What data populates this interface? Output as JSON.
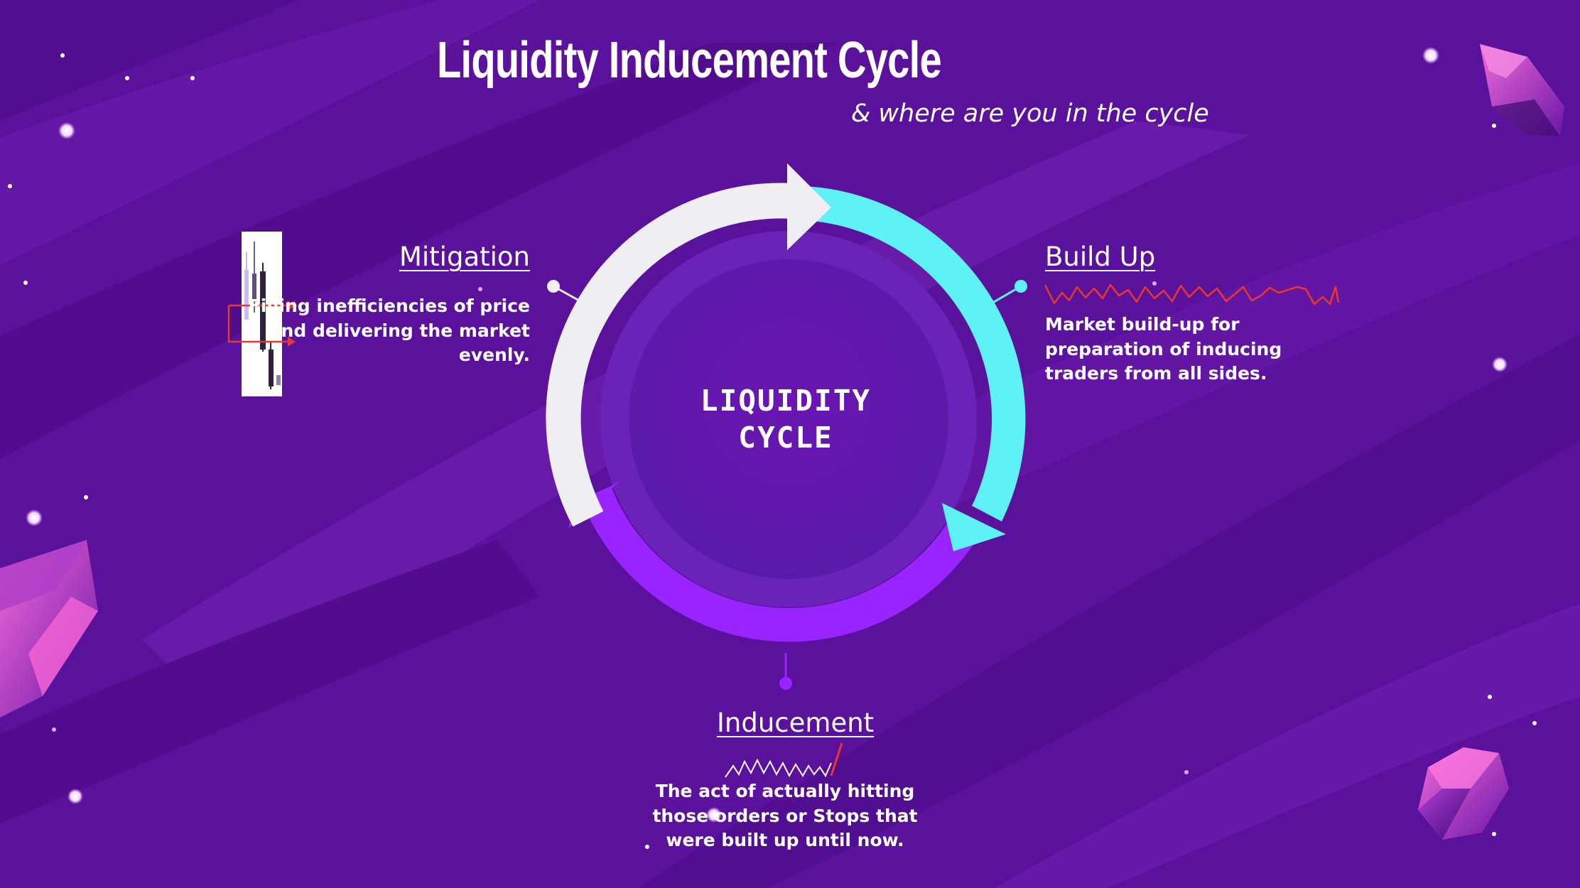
{
  "title": "Liquidity Inducement Cycle",
  "subtitle": "& where are you in the cycle",
  "center_label": {
    "line1": "LIQUIDITY",
    "line2": "CYCLE"
  },
  "stages": {
    "mitigation": {
      "title": "Mitigation",
      "description": "Filling inefficiencies of price and delivering the market evenly."
    },
    "build_up": {
      "title": "Build Up",
      "description": "Market build-up for preparation of inducing traders from all sides."
    },
    "inducement": {
      "title": "Inducement",
      "description": "The act of actually hitting those orders or Stops that were built up until now."
    }
  },
  "colors": {
    "background": "#5a119c",
    "arc_white": "#efeef2",
    "arc_cyan": "#5ef2f7",
    "arc_violet": "#9a24ff",
    "zigzag_red": "#e8382e",
    "crystal_pink": "#d43fc6"
  },
  "icons": [
    "candlestick-chart-icon",
    "zigzag-price-icon",
    "crystal-icon",
    "star-dot-icon"
  ]
}
